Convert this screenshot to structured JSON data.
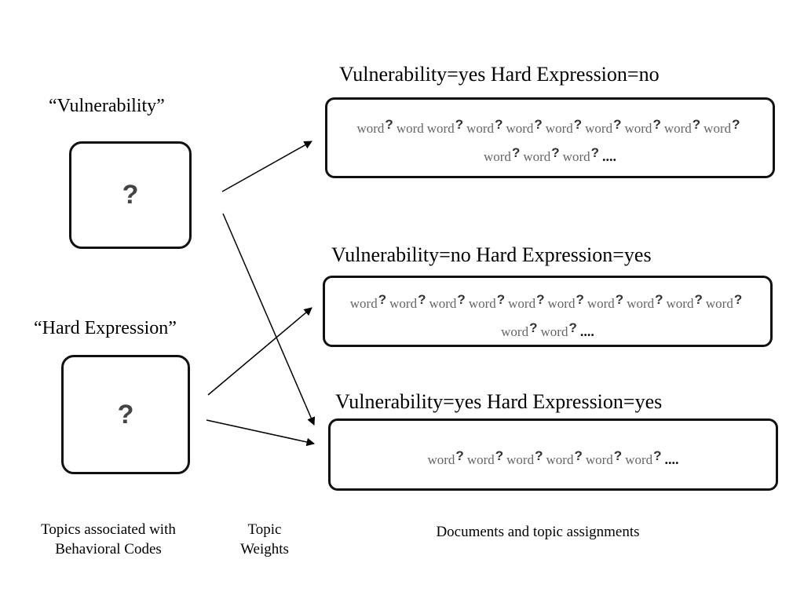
{
  "topics": [
    {
      "label": "“Vulnerability”",
      "box_text": "?"
    },
    {
      "label": "“Hard Expression”",
      "box_text": "?"
    }
  ],
  "documents": [
    {
      "title": "Vulnerability=yes  Hard Expression=no",
      "lines": [
        [
          [
            "word",
            "?"
          ],
          [
            "word",
            ""
          ],
          [
            "word",
            "?"
          ],
          [
            "word",
            "?"
          ],
          [
            "word",
            "?"
          ],
          [
            "word",
            "?"
          ],
          [
            "word",
            "?"
          ],
          [
            "word",
            "?"
          ],
          [
            "word",
            "?"
          ],
          [
            "word",
            "?"
          ]
        ],
        [
          [
            "word",
            "?"
          ],
          [
            "word",
            "?"
          ],
          [
            "word",
            "?"
          ]
        ]
      ],
      "ellipsis": "...."
    },
    {
      "title": "Vulnerability=no  Hard Expression=yes",
      "lines": [
        [
          [
            "word",
            "?"
          ],
          [
            "word",
            "?"
          ],
          [
            "word",
            "?"
          ],
          [
            "word",
            "?"
          ],
          [
            "word",
            "?"
          ],
          [
            "word",
            "?"
          ],
          [
            "word",
            "?"
          ],
          [
            "word",
            "?"
          ],
          [
            "word",
            "?"
          ],
          [
            "word",
            "?"
          ]
        ],
        [
          [
            "word",
            "?"
          ],
          [
            "word",
            "?"
          ]
        ]
      ],
      "ellipsis": "...."
    },
    {
      "title": "Vulnerability=yes Hard Expression=yes",
      "lines": [
        [
          [
            "word",
            "?"
          ],
          [
            "word",
            "?"
          ],
          [
            "word",
            "?"
          ],
          [
            "word",
            "?"
          ],
          [
            "word",
            "?"
          ],
          [
            "word",
            "?"
          ]
        ]
      ],
      "ellipsis": "...."
    }
  ],
  "footer": {
    "topics_caption": "Topics associated with Behavioral Codes",
    "weights_caption": "Topic Weights",
    "documents_caption": "Documents and topic assignments"
  }
}
